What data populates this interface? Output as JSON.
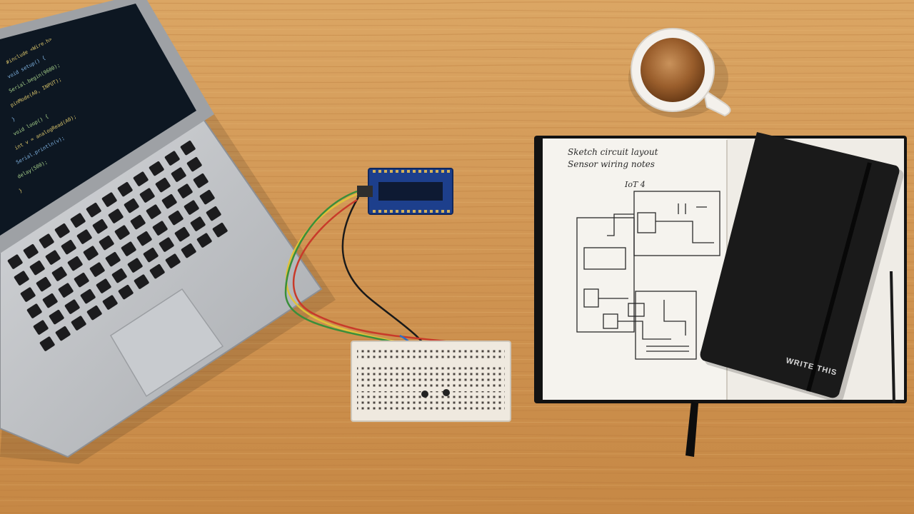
{
  "scene": {
    "colors": {
      "desk_light": "#d9a362",
      "desk_dark": "#b87838",
      "laptop_body": "#b9bcc0",
      "screen": "#0d1722",
      "board": "#1d3f8c",
      "breadboard": "#efe9df",
      "notebook_cover": "#1a1a1a",
      "paper": "#f5f3ee",
      "coffee": "#9a5e2c"
    },
    "notebook": {
      "note_line_1": "Sketch circuit layout",
      "note_line_2": "Sensor wiring notes",
      "label": "IoT 4",
      "cover_text": "WRITE THIS"
    },
    "laptop": {
      "code_lines": [
        "#include <Wire.h>",
        "void setup() {",
        "  Serial.begin(9600);",
        "  pinMode(A0, INPUT);",
        "}",
        "void loop() {",
        "  int v = analogRead(A0);",
        "  Serial.println(v);",
        "  delay(500);",
        "}"
      ]
    }
  }
}
